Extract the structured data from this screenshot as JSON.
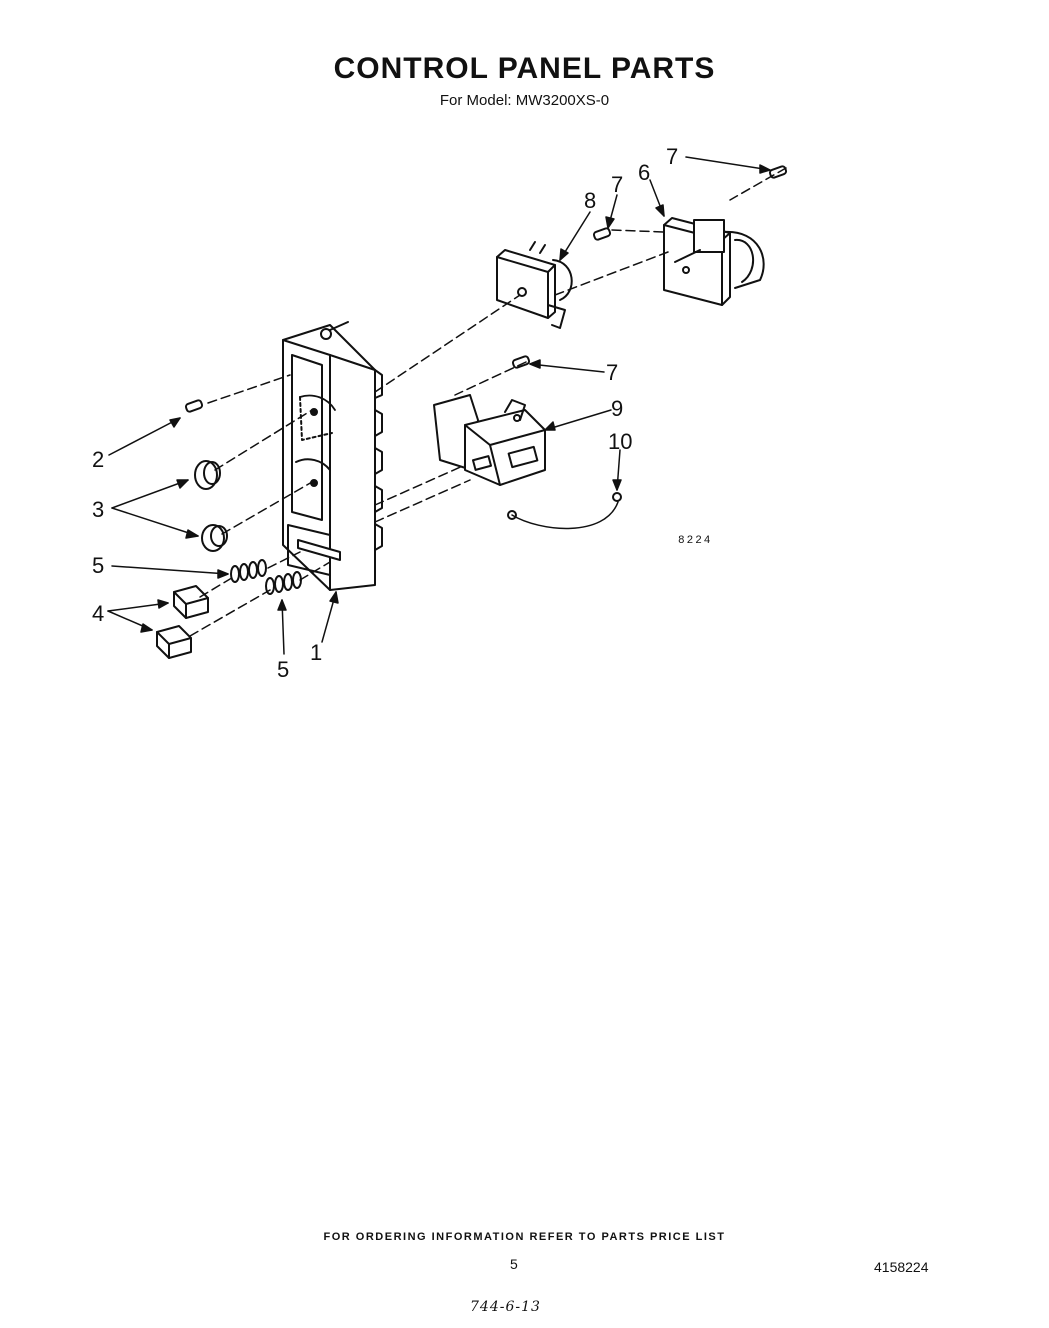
{
  "header": {
    "title": "CONTROL PANEL PARTS",
    "subtitle": "For Model: MW3200XS-0"
  },
  "diagram": {
    "drawing_id": "8224",
    "callouts": [
      "1",
      "2",
      "3",
      "4",
      "5",
      "5",
      "6",
      "7",
      "7",
      "7",
      "8",
      "9",
      "10"
    ]
  },
  "footer": {
    "ordering_note": "FOR ORDERING INFORMATION REFER TO PARTS PRICE LIST",
    "page_number": "5",
    "document_number": "4158224",
    "handwritten_note": "744-6-13"
  }
}
